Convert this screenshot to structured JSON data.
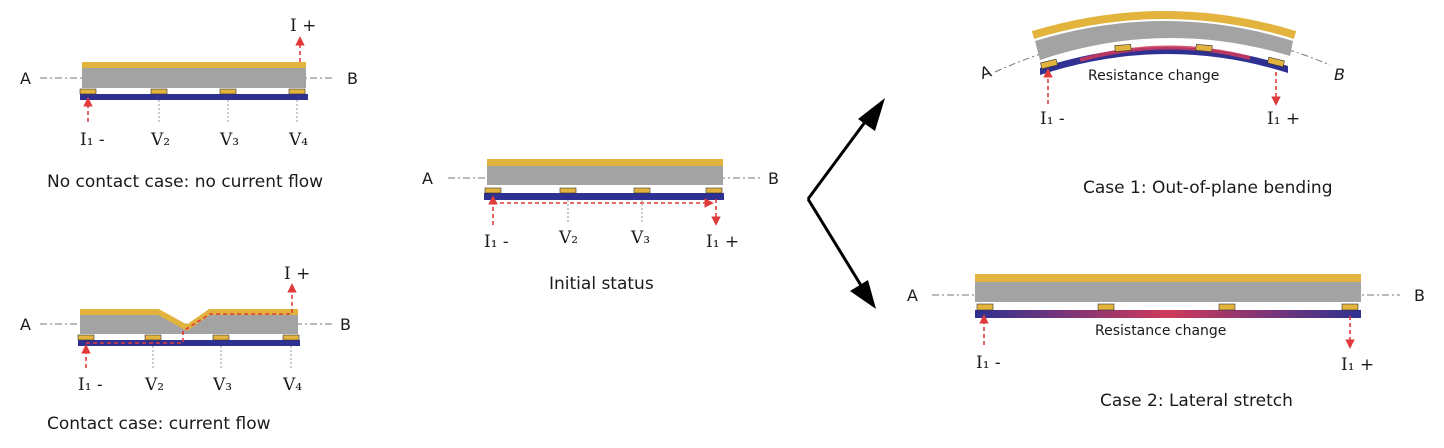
{
  "colors": {
    "gold": "#e2b43e",
    "gray": "#a3a3a3",
    "blue": "#2e3192",
    "electrode": "#e2b43e",
    "current": "#e03a3a",
    "resistance_glow": "#d03a5a"
  },
  "panels": {
    "no_contact": {
      "caption": "No contact case: no current flow",
      "end_left": "A",
      "end_right": "B",
      "source_label": "I +",
      "drain_label": "I₁ -",
      "probes": [
        "V₂",
        "V₃",
        "V₄"
      ]
    },
    "contact": {
      "caption": "Contact case: current flow",
      "end_left": "A",
      "end_right": "B",
      "source_label": "I +",
      "drain_label": "I₁ -",
      "probes": [
        "V₂",
        "V₃",
        "V₄"
      ]
    },
    "initial": {
      "caption": "Initial status",
      "end_left": "A",
      "end_right": "B",
      "drain_label": "I₁ -",
      "source_label": "I₁ +",
      "probes": [
        "V₂",
        "V₃"
      ]
    },
    "bending": {
      "caption": "Case 1: Out-of-plane bending",
      "end_left": "A",
      "end_right": "B",
      "drain_label": "I₁ -",
      "source_label": "I₁ +",
      "resistance_label": "Resistance change"
    },
    "stretch": {
      "caption": "Case 2: Lateral stretch",
      "end_left": "A",
      "end_right": "B",
      "drain_label": "I₁ -",
      "source_label": "I₁ +",
      "resistance_label": "Resistance change"
    }
  }
}
